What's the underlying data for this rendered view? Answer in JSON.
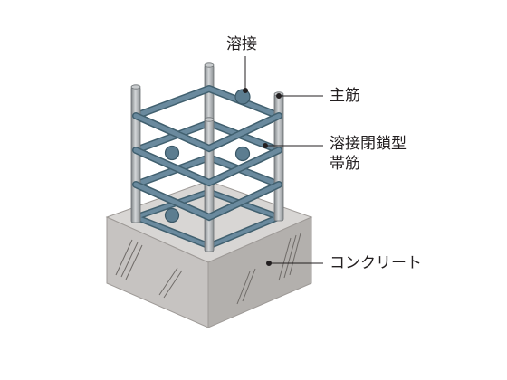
{
  "labels": {
    "weld": "溶接",
    "main_rebar": "主筋",
    "welded_closed_tie_line1": "溶接閉鎖型",
    "welded_closed_tie_line2": "帯筋",
    "concrete": "コンクリート"
  },
  "colors": {
    "tie": "#6a8a9e",
    "tie_outline": "#41606f",
    "rebar": "#a3a8ab",
    "concrete_top": "#d7d5d3",
    "concrete_left": "#c4c1bf",
    "concrete_right": "#b1aeab",
    "leader": "#231f20",
    "text": "#231f20"
  }
}
